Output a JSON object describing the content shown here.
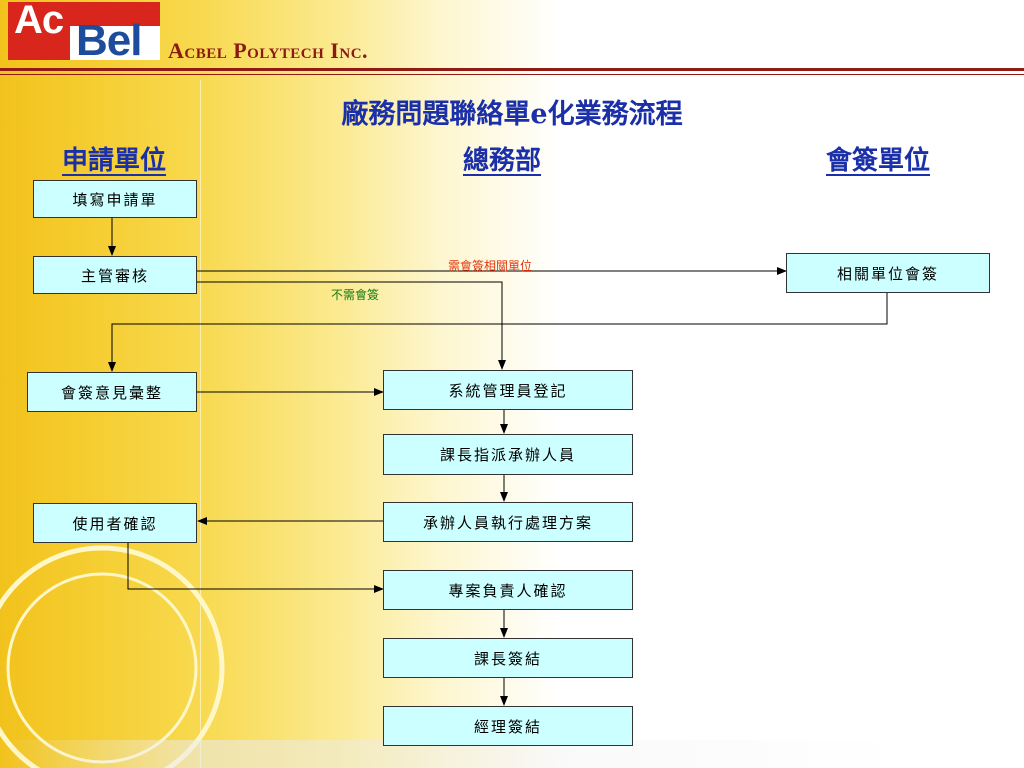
{
  "header": {
    "logo_ac": "Ac",
    "logo_bel": "Bel",
    "company_name": "Acbel Polytech Inc."
  },
  "title": "廠務問題聯絡單e化業務流程",
  "columns": {
    "applicant": "申請單位",
    "general_affairs": "總務部",
    "cosign": "會簽單位"
  },
  "boxes": {
    "fill_form": "填寫申請單",
    "supervisor_review": "主管審核",
    "related_cosign": "相關單位會簽",
    "cosign_opinion": "會簽意見彙整",
    "sysadmin_register": "系統管理員登記",
    "chief_assign": "課長指派承辦人員",
    "handler_execute": "承辦人員執行處理方案",
    "user_confirm": "使用者確認",
    "project_confirm": "專案負責人確認",
    "chief_signoff": "課長簽結",
    "manager_signoff": "經理簽結"
  },
  "labels": {
    "need_cosign": "需會簽相關單位",
    "no_cosign": "不需會簽"
  },
  "colors": {
    "title_blue": "#1a2fa8",
    "box_fill": "#ccffff",
    "need_cosign_label": "#e03a12",
    "no_cosign_label": "#157a14",
    "header_rule": "#8f1b14"
  }
}
